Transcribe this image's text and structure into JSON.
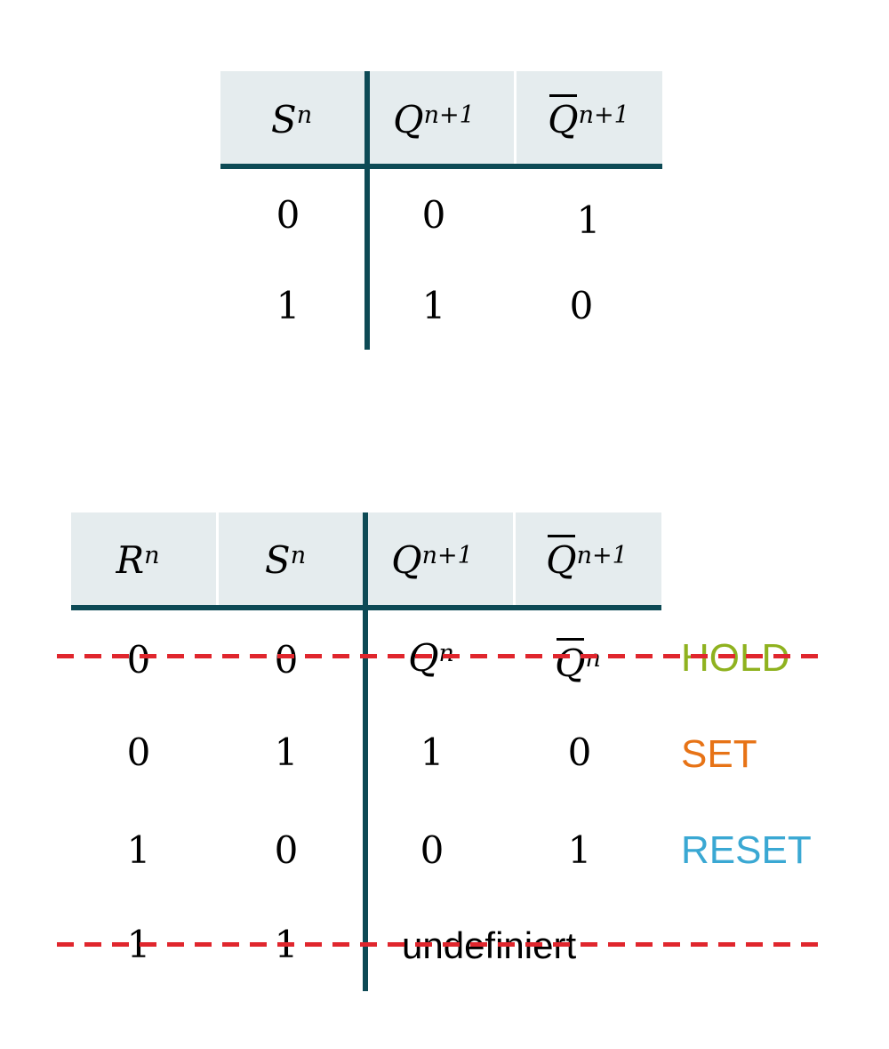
{
  "colors": {
    "header_bg": "#e5ecee",
    "rule": "#0d4a55",
    "hold": "#8fb21f",
    "set": "#e77316",
    "reset": "#3aa8d3",
    "dashed": "#e0262d"
  },
  "table1": {
    "headers": [
      {
        "base": "S",
        "sup": "n",
        "overbar": false
      },
      {
        "base": "Q",
        "sup": "n+1",
        "overbar": false
      },
      {
        "base": "Q",
        "sup": "n+1",
        "overbar": true
      }
    ],
    "rows": [
      [
        "0",
        "0",
        "1"
      ],
      [
        "1",
        "1",
        "0"
      ]
    ]
  },
  "table2": {
    "headers": [
      {
        "base": "R",
        "sup": "n",
        "overbar": false
      },
      {
        "base": "S",
        "sup": "n",
        "overbar": false
      },
      {
        "base": "Q",
        "sup": "n+1",
        "overbar": false
      },
      {
        "base": "Q",
        "sup": "n+1",
        "overbar": true
      }
    ],
    "rows": [
      {
        "r": "0",
        "s": "0",
        "q": {
          "base": "Q",
          "sup": "n"
        },
        "qbar": {
          "base": "Q",
          "sup": "n"
        },
        "label": "HOLD"
      },
      {
        "r": "0",
        "s": "1",
        "q": "1",
        "qbar": "0",
        "label": "SET"
      },
      {
        "r": "1",
        "s": "0",
        "q": "0",
        "qbar": "1",
        "label": "RESET"
      },
      {
        "r": "1",
        "s": "1",
        "undefined_text": "undefiniert"
      }
    ]
  }
}
